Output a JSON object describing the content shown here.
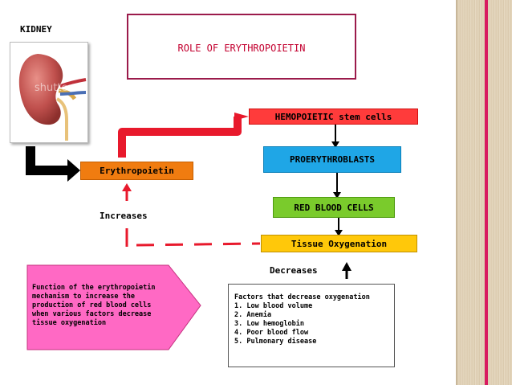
{
  "kidney_label": "KIDNEY",
  "title": "ROLE OF ERYTHROPOIETIN",
  "nodes": {
    "hemopoietic": "HEMOPOIETIC stem cells",
    "proerythroblasts": "PROERYTHROBLASTS",
    "erythropoietin": "Erythropoietin",
    "red_blood_cells": "RED BLOOD CELLS",
    "tissue_oxygenation": "Tissue Oxygenation"
  },
  "labels": {
    "increases": "Increases",
    "decreases": "Decreases"
  },
  "watermark": "shutterst",
  "function_note": [
    "Function of the erythropoietin",
    "mechanism to increase the",
    "production of red blood cells",
    "when various factors decrease",
    "tissue oxygenation"
  ],
  "factors": {
    "heading": "Factors that decrease oxygenation",
    "items": [
      "1. Low blood volume",
      "2. Anemia",
      "3. Low hemoglobin",
      "4. Poor blood flow",
      "5. Pulmonary disease"
    ]
  },
  "colors": {
    "hemopoietic": "#ff3b3b",
    "proerythroblasts": "#1fa6e6",
    "erythropoietin": "#f07c10",
    "red_blood_cells": "#7acb2c",
    "tissue_oxygenation": "#ffc80a",
    "arrow_red": "#e8192c",
    "callout_pink": "#ff69c4",
    "accent": "#d81b60"
  }
}
